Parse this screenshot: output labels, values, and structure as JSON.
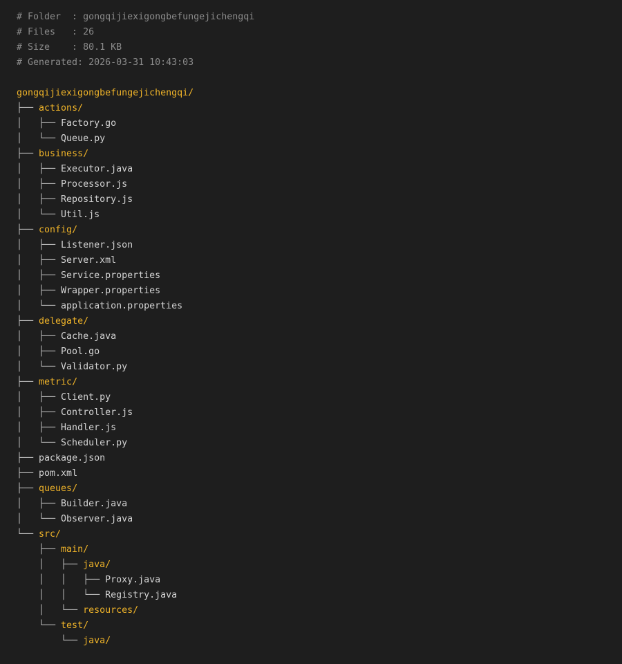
{
  "header": {
    "folder_line": "# Folder  : gongqijiexigongbefungejichengqi",
    "files_line": "# Files   : 26",
    "size_line": "# Size    : 80.1 KB",
    "generated_line": "# Generated: 2026-03-31 10:43:03"
  },
  "root": "gongqijiexigongbefungejichengqi/",
  "tree": [
    {
      "prefix": "├── ",
      "name": "actions/",
      "type": "dir"
    },
    {
      "prefix": "│   ├── ",
      "name": "Factory.go",
      "type": "file"
    },
    {
      "prefix": "│   └── ",
      "name": "Queue.py",
      "type": "file"
    },
    {
      "prefix": "├── ",
      "name": "business/",
      "type": "dir"
    },
    {
      "prefix": "│   ├── ",
      "name": "Executor.java",
      "type": "file"
    },
    {
      "prefix": "│   ├── ",
      "name": "Processor.js",
      "type": "file"
    },
    {
      "prefix": "│   ├── ",
      "name": "Repository.js",
      "type": "file"
    },
    {
      "prefix": "│   └── ",
      "name": "Util.js",
      "type": "file"
    },
    {
      "prefix": "├── ",
      "name": "config/",
      "type": "dir"
    },
    {
      "prefix": "│   ├── ",
      "name": "Listener.json",
      "type": "file"
    },
    {
      "prefix": "│   ├── ",
      "name": "Server.xml",
      "type": "file"
    },
    {
      "prefix": "│   ├── ",
      "name": "Service.properties",
      "type": "file"
    },
    {
      "prefix": "│   ├── ",
      "name": "Wrapper.properties",
      "type": "file"
    },
    {
      "prefix": "│   └── ",
      "name": "application.properties",
      "type": "file"
    },
    {
      "prefix": "├── ",
      "name": "delegate/",
      "type": "dir"
    },
    {
      "prefix": "│   ├── ",
      "name": "Cache.java",
      "type": "file"
    },
    {
      "prefix": "│   ├── ",
      "name": "Pool.go",
      "type": "file"
    },
    {
      "prefix": "│   └── ",
      "name": "Validator.py",
      "type": "file"
    },
    {
      "prefix": "├── ",
      "name": "metric/",
      "type": "dir"
    },
    {
      "prefix": "│   ├── ",
      "name": "Client.py",
      "type": "file"
    },
    {
      "prefix": "│   ├── ",
      "name": "Controller.js",
      "type": "file"
    },
    {
      "prefix": "│   ├── ",
      "name": "Handler.js",
      "type": "file"
    },
    {
      "prefix": "│   └── ",
      "name": "Scheduler.py",
      "type": "file"
    },
    {
      "prefix": "├── ",
      "name": "package.json",
      "type": "file"
    },
    {
      "prefix": "├── ",
      "name": "pom.xml",
      "type": "file"
    },
    {
      "prefix": "├── ",
      "name": "queues/",
      "type": "dir"
    },
    {
      "prefix": "│   ├── ",
      "name": "Builder.java",
      "type": "file"
    },
    {
      "prefix": "│   └── ",
      "name": "Observer.java",
      "type": "file"
    },
    {
      "prefix": "└── ",
      "name": "src/",
      "type": "dir"
    },
    {
      "prefix": "    ├── ",
      "name": "main/",
      "type": "dir"
    },
    {
      "prefix": "    │   ├── ",
      "name": "java/",
      "type": "dir"
    },
    {
      "prefix": "    │   │   ├── ",
      "name": "Proxy.java",
      "type": "file"
    },
    {
      "prefix": "    │   │   └── ",
      "name": "Registry.java",
      "type": "file"
    },
    {
      "prefix": "    │   └── ",
      "name": "resources/",
      "type": "dir"
    },
    {
      "prefix": "    └── ",
      "name": "test/",
      "type": "dir"
    },
    {
      "prefix": "        └── ",
      "name": "java/",
      "type": "dir"
    }
  ],
  "colors": {
    "background": "#1e1e1e",
    "comment": "#8b8b8b",
    "directory": "#f0b429",
    "file": "#d4d4d4",
    "connector": "#b8b8b8"
  }
}
